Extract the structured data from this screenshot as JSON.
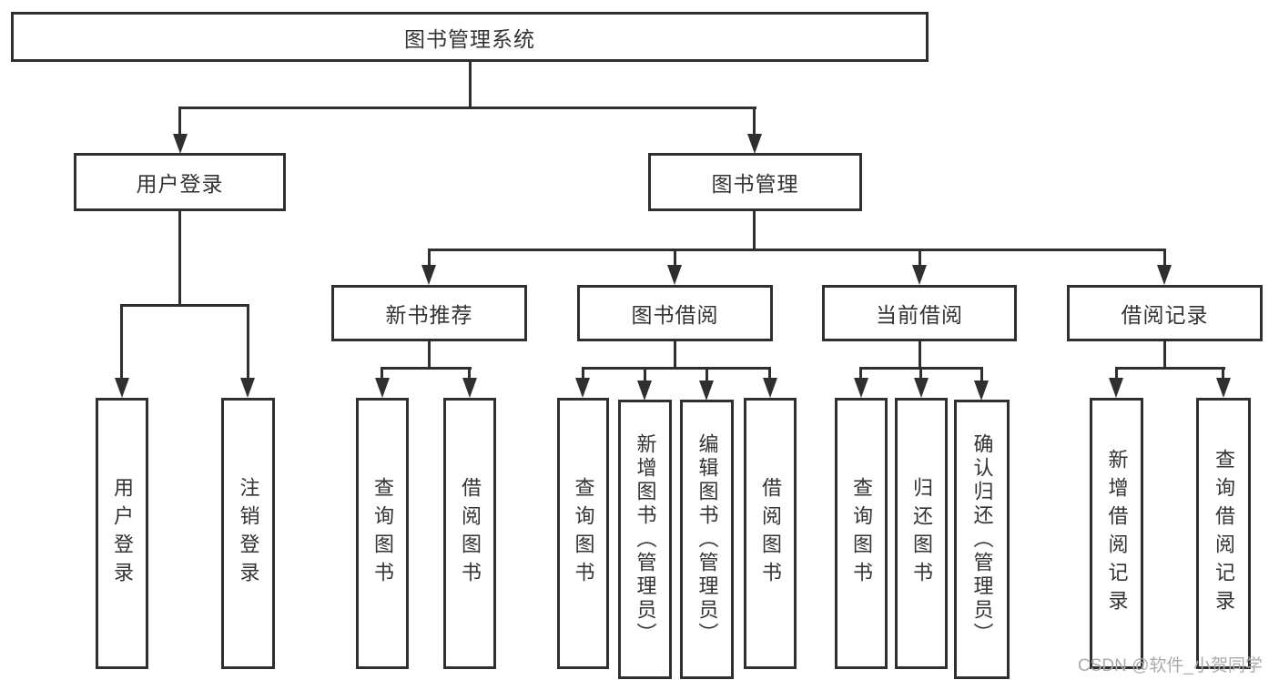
{
  "root_label": "图书管理系统",
  "level2": {
    "user_login": "用户登录",
    "book_management": "图书管理"
  },
  "level3": {
    "new_book_recommend": "新书推荐",
    "book_borrowing": "图书借阅",
    "current_borrowing": "当前借阅",
    "borrowing_records": "借阅记录"
  },
  "leaves": {
    "user_login": "用户登录",
    "logout_login": "注销登录",
    "newbook_query_books": "查询图书",
    "newbook_borrow_books": "借阅图书",
    "borrowing_query_books": "查询图书",
    "borrowing_add_books_admin": "新增图书（管理员）",
    "borrowing_edit_books_admin": "编辑图书（管理员）",
    "borrowing_borrow_books": "借阅图书",
    "current_query_books": "查询图书",
    "current_return_books": "归还图书",
    "current_confirm_return_admin": "确认归还（管理员）",
    "records_add_record": "新增借阅记录",
    "records_query_record": "查询借阅记录"
  },
  "watermark_text": "CSDN @软件_小贺同学",
  "colors": {
    "line": "#2f2f2f",
    "text": "#333333",
    "watermark": "#ababab",
    "background": "#ffffff"
  }
}
